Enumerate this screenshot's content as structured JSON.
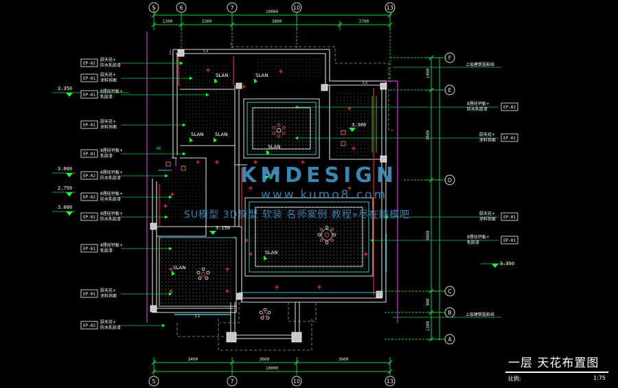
{
  "drawing": {
    "title": "一层  天花布置图",
    "scale_label": "比例:",
    "scale_value": "1:75"
  },
  "watermark": {
    "brand": "KMDESIGN",
    "url": "www.kumo8.com",
    "slogan": "SU模型 3D模型 软装 名师案例 教程»尽在酷模吧"
  },
  "axes": {
    "top": [
      "5",
      "6",
      "7",
      "10",
      "13"
    ],
    "bottom": [
      "5",
      "7",
      "10",
      "13"
    ],
    "right": [
      "F",
      "E",
      "D",
      "C",
      "B",
      "A"
    ]
  },
  "dimensions": {
    "top_total": "10000",
    "top_segments": [
      "1200",
      "2300",
      "3800",
      "2700"
    ],
    "bottom_total": "10000",
    "bottom_segments": [
      "3400",
      "3600",
      "3600"
    ],
    "right_segments": [
      "1400",
      "3600",
      "4800",
      "900",
      "1200"
    ]
  },
  "left_tags": [
    {
      "code": "EP-02",
      "line1": "厨天花+",
      "line2": "防水乳胶漆"
    },
    {
      "code": "EP-01",
      "line1": "厨天花+",
      "line2": "涂料饰面"
    },
    {
      "code": "EP-01",
      "line1": "8厘硅钙板+",
      "line2": "乳胶漆"
    },
    {
      "code": "EP-01",
      "line1": "厨天花+",
      "line2": "涂料饰面"
    },
    {
      "code": "EP-01",
      "line1": "8厘硅钙板+",
      "line2": "乳胶漆"
    },
    {
      "code": "EP-02",
      "line1": "8厘硅钙板+",
      "line2": "防水乳胶漆"
    },
    {
      "code": "EP-02",
      "line1": "8厘硅钙板+",
      "line2": "防水乳胶漆"
    },
    {
      "code": "EP-02",
      "line1": "8厘硅钙板+",
      "line2": "防水乳胶漆"
    },
    {
      "code": "EP-01",
      "line1": "8厘硅钙板+",
      "line2": "乳胶漆"
    },
    {
      "code": "EP-01",
      "line1": "厨天花+",
      "line2": "涂料饰面"
    },
    {
      "code": "EP-02",
      "line1": "厨天花+",
      "line2": "防水乳胶漆"
    }
  ],
  "left_levels": [
    "3.350",
    "3.000",
    "2.750",
    "3.000"
  ],
  "right_tags": [
    {
      "code": "EP-02",
      "line1": "8厘硅钙板+",
      "line2": "防水乳胶漆"
    },
    {
      "code": "EP-01",
      "line1": "厨天花+",
      "line2": "涂料饰面"
    },
    {
      "code": "EP-01",
      "line1": "厨天花+",
      "line2": "涂料饰面"
    },
    {
      "code": "EP-01",
      "line1": "8厘硅钙板+",
      "line2": "乳胶漆"
    }
  ],
  "right_level": "3.350",
  "floor_notes": [
    "上层建筑投影线",
    "上层建筑投影线"
  ],
  "room_labels": [
    "SLAN",
    "SLAN",
    "SLAN",
    "SLAN",
    "SLAN",
    "SLAN",
    "SLAN"
  ],
  "room_levels": [
    "3.300",
    "3.102",
    "3.150"
  ],
  "misc": {
    "door_c1": "C1",
    "door_c2": "C2",
    "small_c3": "C3",
    "wc": "WC"
  }
}
